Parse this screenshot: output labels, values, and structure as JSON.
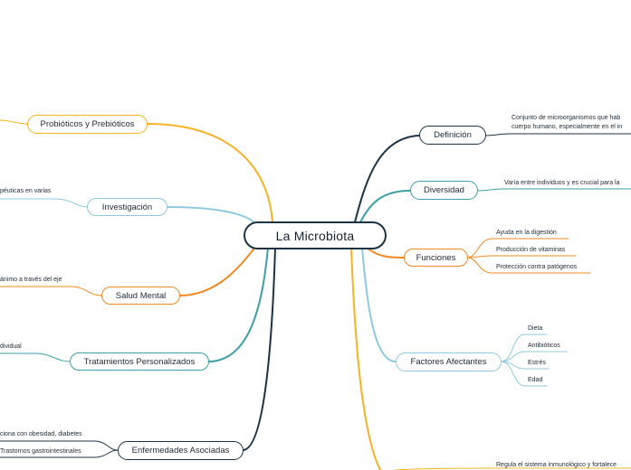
{
  "root": {
    "label": "La Microbiota"
  },
  "colors": {
    "navy": "#1c3345",
    "teal": "#3ea0a7",
    "orange": "#f08a24",
    "blue": "#8fc9df",
    "yellow": "#f5b324"
  },
  "right_branches": {
    "definicion": {
      "label": "Definición",
      "detail_1": "Conjunto de microorganismos que hab",
      "detail_2": "cuerpo humano, especialmente en el in"
    },
    "diversidad": {
      "label": "Diversidad",
      "detail": "Varía entre individuos y es crucial para la"
    },
    "funciones": {
      "label": "Funciones",
      "items": [
        "Ayuda en la digestión",
        "Producción de vitaminas",
        "Protección contra patógenos"
      ]
    },
    "factores": {
      "label": "Factores Afectantes",
      "items": [
        "Dieta",
        "Antibióticos",
        "Estrés",
        "Edad"
      ]
    },
    "partial_bottom": "Regula el sistema inmunológico y fortalece"
  },
  "left_branches": {
    "probioticos": {
      "label": "Probióticos y Prebióticos"
    },
    "investigacion": {
      "label": "Investigación",
      "detail": "péuticas en varias"
    },
    "salud_mental": {
      "label": "Salud Mental",
      "detail": "ánimo a través del eje"
    },
    "tratamientos": {
      "label": "Tratamientos Personalizados",
      "detail": "dividual"
    },
    "enfermedades": {
      "label": "Enfermedades Asociadas",
      "detail_1": "ciona con obesidad, diabetes",
      "detail_2": "Trastornos gastrointestinales"
    }
  }
}
